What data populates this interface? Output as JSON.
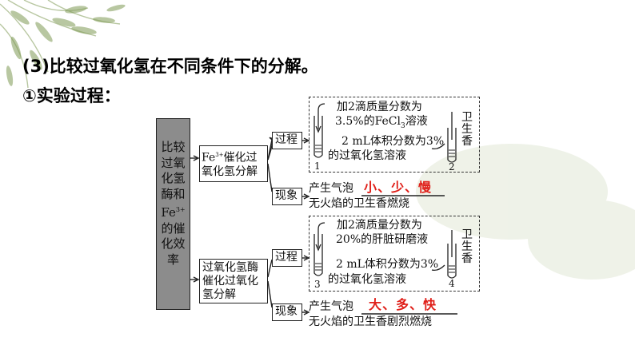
{
  "heading_1": "(3)比较过氧化氢在不同条件下的分解。",
  "heading_2": "①实验过程：",
  "left_box": {
    "lines": [
      "比较",
      "过氧",
      "化氢",
      "酶和",
      "Fe",
      "的催",
      "化效",
      "率"
    ],
    "superscript": "3+"
  },
  "branch_top": {
    "method_prefix": "Fe",
    "method_sup": "3+",
    "method_suffix": "催化过",
    "method_line2": "氧化氢分解",
    "process_label": "过程",
    "drop_text_1": "加2滴质量分数为",
    "drop_text_2_pre": "3.5%的FeCl",
    "drop_text_2_sub": "3",
    "drop_text_2_post": "溶液",
    "volume_text_1": "2 mL体积分数为3%",
    "volume_text_2": "的过氧化氢溶液",
    "tube_a": "1",
    "tube_b": "2",
    "incense": [
      "卫",
      "生",
      "香"
    ],
    "phenomenon_label": "现象",
    "result_prefix": "产生气泡",
    "result_answer": "小、少、慢",
    "result_line2": "无火焰的卫生香燃烧"
  },
  "branch_bottom": {
    "method_lines": [
      "过氧化氢酶",
      "催化过氧化",
      "氢分解"
    ],
    "process_label": "过程",
    "drop_text_1": "加2滴质量分数为",
    "drop_text_2": "20%的肝脏研磨液",
    "volume_text_1": "2 mL体积分数为3%",
    "volume_text_2": "的过氧化氢溶液",
    "tube_a": "3",
    "tube_b": "4",
    "incense": [
      "卫",
      "生",
      "香"
    ],
    "phenomenon_label": "现象",
    "result_prefix": "产生气泡",
    "result_answer": "大、多、快",
    "result_line2": "无火焰的卫生香剧烈燃烧"
  },
  "colors": {
    "answer": "#e0201a",
    "left_box_fill": "#8c8c8c",
    "leaf": "#6f8f3a"
  }
}
